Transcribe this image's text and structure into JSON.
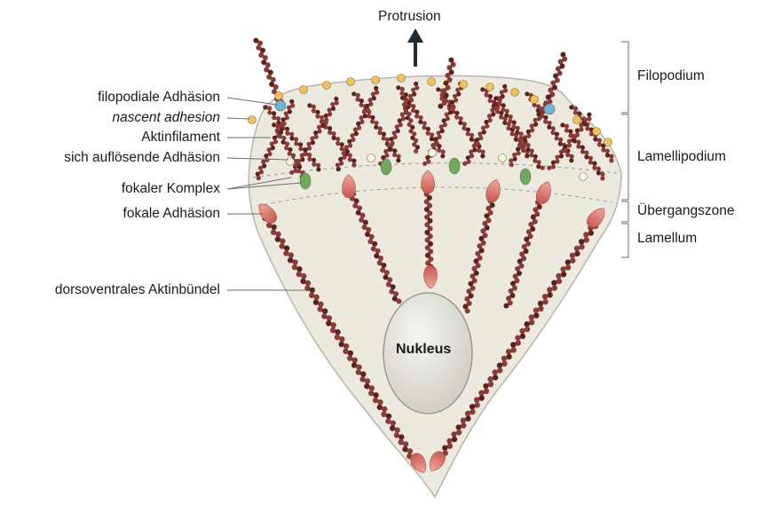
{
  "title_top": "Protrusion",
  "left_labels": [
    {
      "id": "filopodiale-adhasion",
      "text": "filopodiale Adhäsion",
      "italic": false
    },
    {
      "id": "nascent-adhesion",
      "text": "nascent adhesion",
      "italic": true
    },
    {
      "id": "aktinfilament",
      "text": "Aktinfilament",
      "italic": false
    },
    {
      "id": "sich-auflosende-adhasion",
      "text": "sich auflösende Adhäsion",
      "italic": false
    },
    {
      "id": "fokaler-komplex",
      "text": "fokaler Komplex",
      "italic": false
    },
    {
      "id": "fokale-adhasion",
      "text": "fokale Adhäsion",
      "italic": false
    },
    {
      "id": "dorsoventrales-aktinbundel",
      "text": "dorsoventrales Aktinbündel",
      "italic": false
    }
  ],
  "right_labels": [
    {
      "id": "filopodium",
      "text": "Filopodium"
    },
    {
      "id": "lamellipodium",
      "text": "Lamellipodium"
    },
    {
      "id": "ubergangszone",
      "text": "Übergangszone"
    },
    {
      "id": "lamellum",
      "text": "Lamellum"
    }
  ],
  "nucleus_label": "Nukleus",
  "colors": {
    "cell_fill": "#ece9df",
    "cell_stroke": "#b9b4a6",
    "actin": "#8b3a36",
    "actin_dark": "#5e211e",
    "adhesion_yellow": "#f2c25a",
    "adhesion_blue": "#6fb2dc",
    "adhesion_green": "#6faa5c",
    "adhesion_pink": "#e07a70",
    "nucleus_fill": "#e4e2dc",
    "arrow": "#1f2a35",
    "line": "#6e6e6e"
  }
}
